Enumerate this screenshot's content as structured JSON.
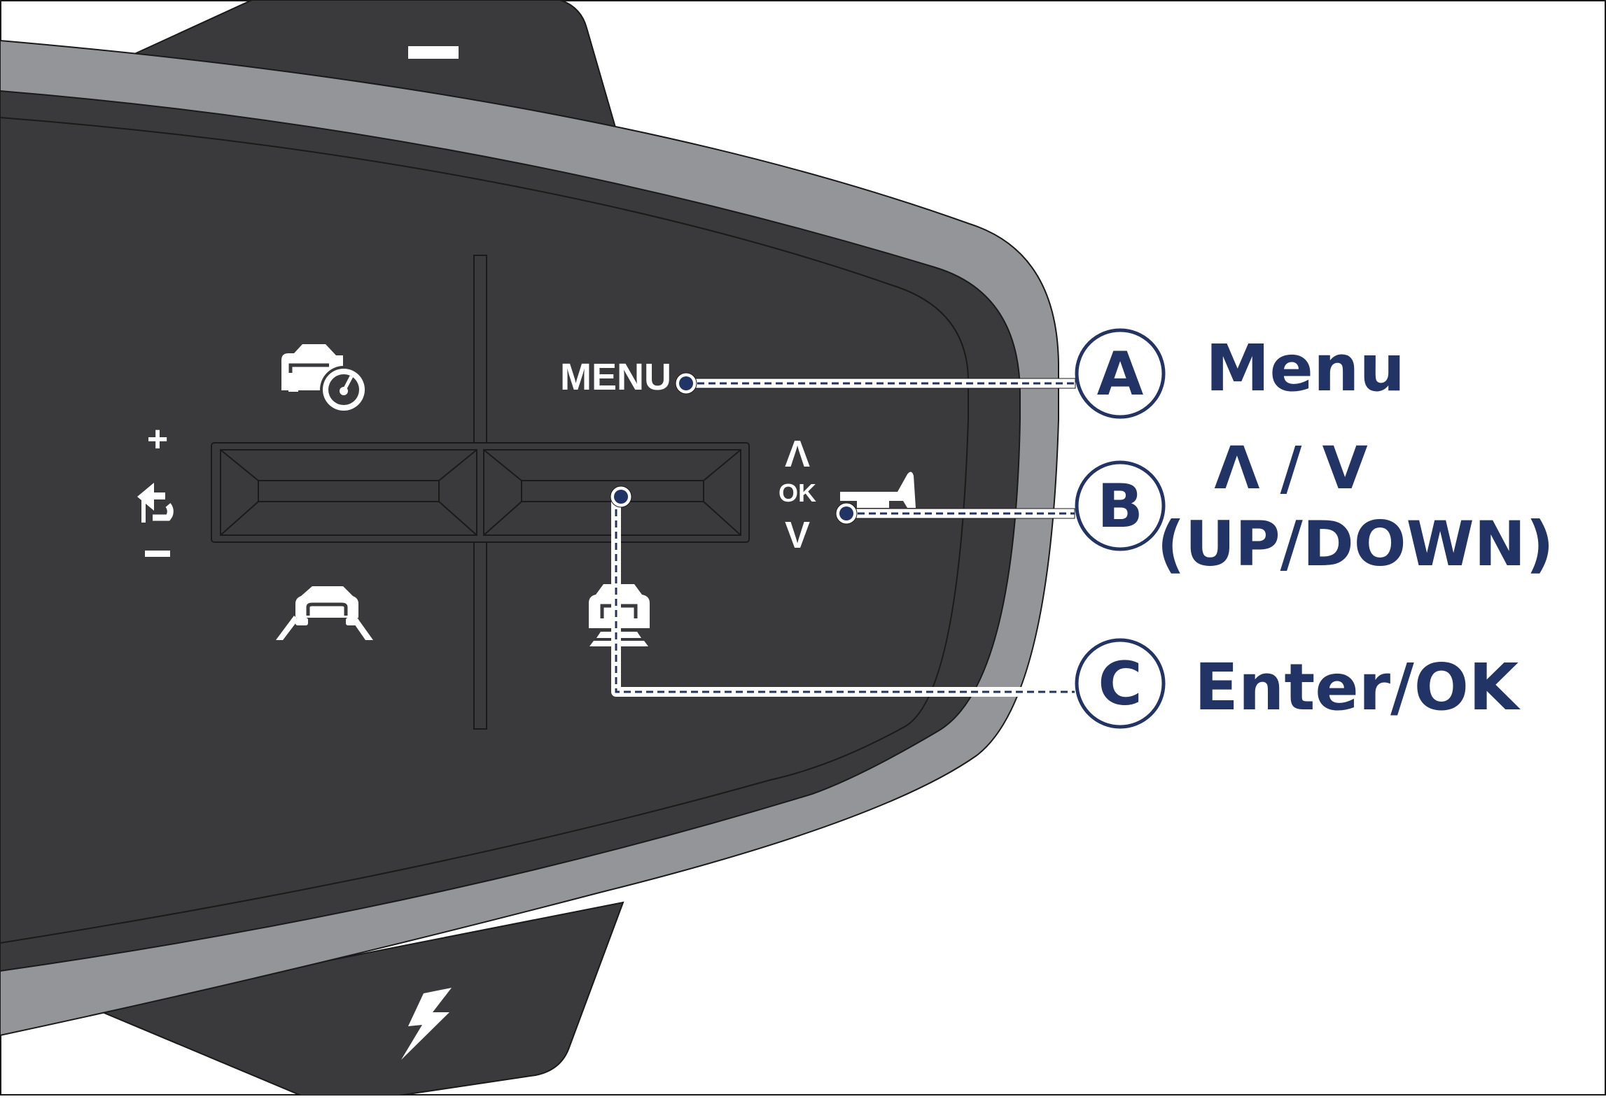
{
  "colors": {
    "housing": "#3a3a3c",
    "bezel": "#939598",
    "outline": "#1a1a1a",
    "callout": "#223366",
    "white": "#ffffff"
  },
  "device": {
    "menu_label": "MENU",
    "ok_label": "OK",
    "up_glyph": "Λ",
    "down_glyph": "V",
    "plus_glyph": "+",
    "minus_glyph": "−",
    "icons": {
      "top_paddle": "minus-icon",
      "bottom_paddle": "lightning-bolt-icon",
      "cruise_speed": "car-speedometer-icon",
      "lane_keep": "car-lane-icon",
      "adaptive_distance": "car-distance-icon",
      "horn": "horn-icon",
      "resume": "resume-arrow-icon"
    }
  },
  "callouts": [
    {
      "letter": "A",
      "label": "Menu"
    },
    {
      "letter": "B",
      "label": "Λ / V",
      "label2": "(UP/DOWN)"
    },
    {
      "letter": "C",
      "label": "Enter/OK"
    }
  ]
}
